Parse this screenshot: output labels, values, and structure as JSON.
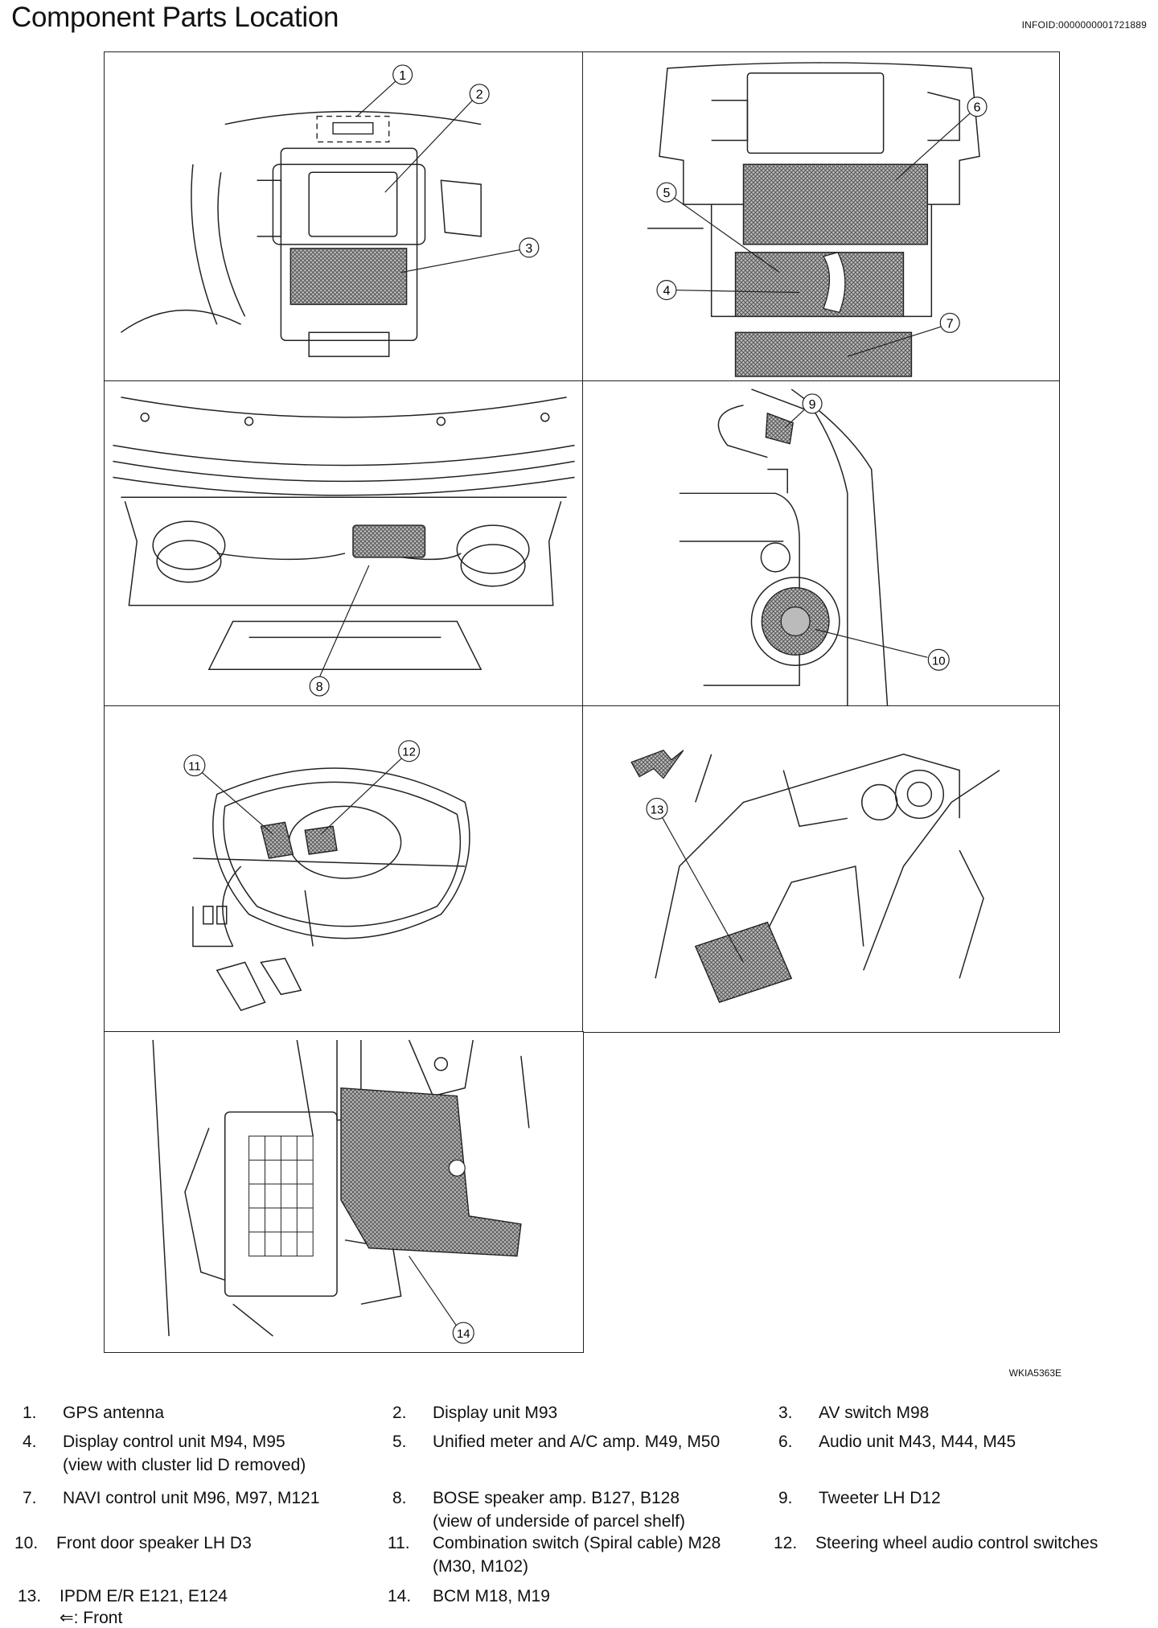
{
  "header": {
    "title": "Component Parts Location",
    "info_id": "INFOID:0000000001721889"
  },
  "figure": {
    "code": "WKIA5363E",
    "callouts": [
      "1",
      "2",
      "3",
      "4",
      "5",
      "6",
      "7",
      "8",
      "9",
      "10",
      "11",
      "12",
      "13",
      "14"
    ]
  },
  "legend": {
    "items": [
      {
        "num": "1.",
        "text": "GPS antenna",
        "sub": ""
      },
      {
        "num": "2.",
        "text": "Display unit M93",
        "sub": ""
      },
      {
        "num": "3.",
        "text": "AV switch M98",
        "sub": ""
      },
      {
        "num": "4.",
        "text": "Display control unit M94, M95",
        "sub": "(view with cluster lid D removed)"
      },
      {
        "num": "5.",
        "text": "Unified meter and A/C amp. M49, M50",
        "sub": ""
      },
      {
        "num": "6.",
        "text": "Audio unit M43, M44, M45",
        "sub": ""
      },
      {
        "num": "7.",
        "text": "NAVI control unit M96, M97, M121",
        "sub": ""
      },
      {
        "num": "8.",
        "text": "BOSE speaker amp. B127, B128",
        "sub": "(view of underside of parcel shelf)"
      },
      {
        "num": "9.",
        "text": "Tweeter LH D12",
        "sub": ""
      },
      {
        "num": "10.",
        "text": "Front door speaker LH D3",
        "sub": ""
      },
      {
        "num": "11.",
        "text": "Combination switch (Spiral cable) M28",
        "sub": "(M30, M102)"
      },
      {
        "num": "12.",
        "text": "Steering wheel audio control switches",
        "sub": ""
      },
      {
        "num": "13.",
        "text": "IPDM E/R E121, E124",
        "sub": ""
      },
      {
        "num": "14.",
        "text": "BCM M18, M19",
        "sub": ""
      }
    ],
    "front_note": "⇐: Front"
  },
  "colors": {
    "line": "#222222",
    "hatch": "#555555"
  }
}
